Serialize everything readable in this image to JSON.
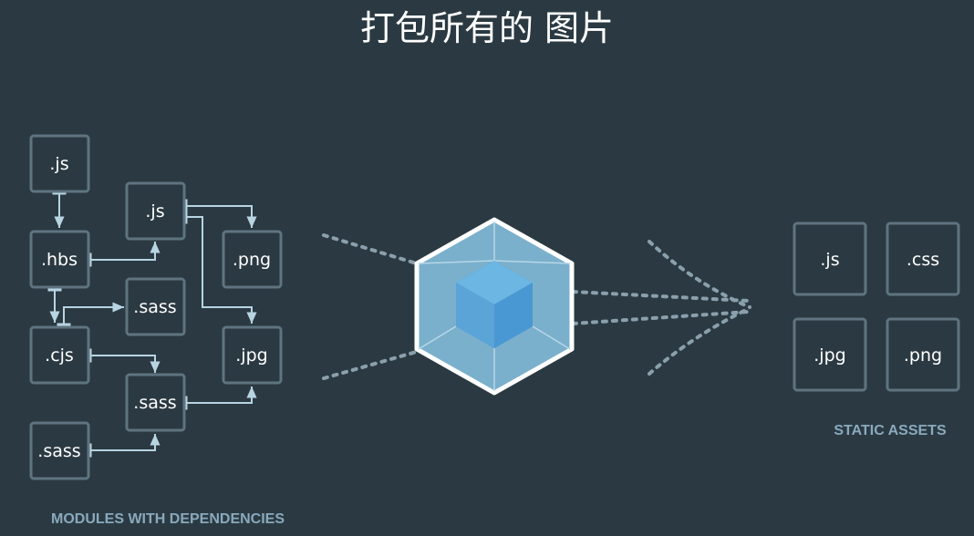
{
  "title": "打包所有的 图片",
  "modules": {
    "caption": "MODULES WITH DEPENDENCIES",
    "items": [
      {
        "label": ".js"
      },
      {
        "label": ".hbs"
      },
      {
        "label": ".cjs"
      },
      {
        "label": ".sass"
      },
      {
        "label": ".js"
      },
      {
        "label": ".sass"
      },
      {
        "label": ".sass"
      },
      {
        "label": ".png"
      },
      {
        "label": ".jpg"
      }
    ]
  },
  "assets": {
    "caption": "STATIC ASSETS",
    "items": [
      {
        "label": ".js"
      },
      {
        "label": ".css"
      },
      {
        "label": ".jpg"
      },
      {
        "label": ".png"
      }
    ]
  },
  "colors": {
    "background": "#2b3a42",
    "box_border": "#5f7480",
    "arrow": "#b8d4e3",
    "cube_outer": "#8ed6fb",
    "cube_inner": "#1c78c0",
    "caption": "#8aa9bd"
  }
}
